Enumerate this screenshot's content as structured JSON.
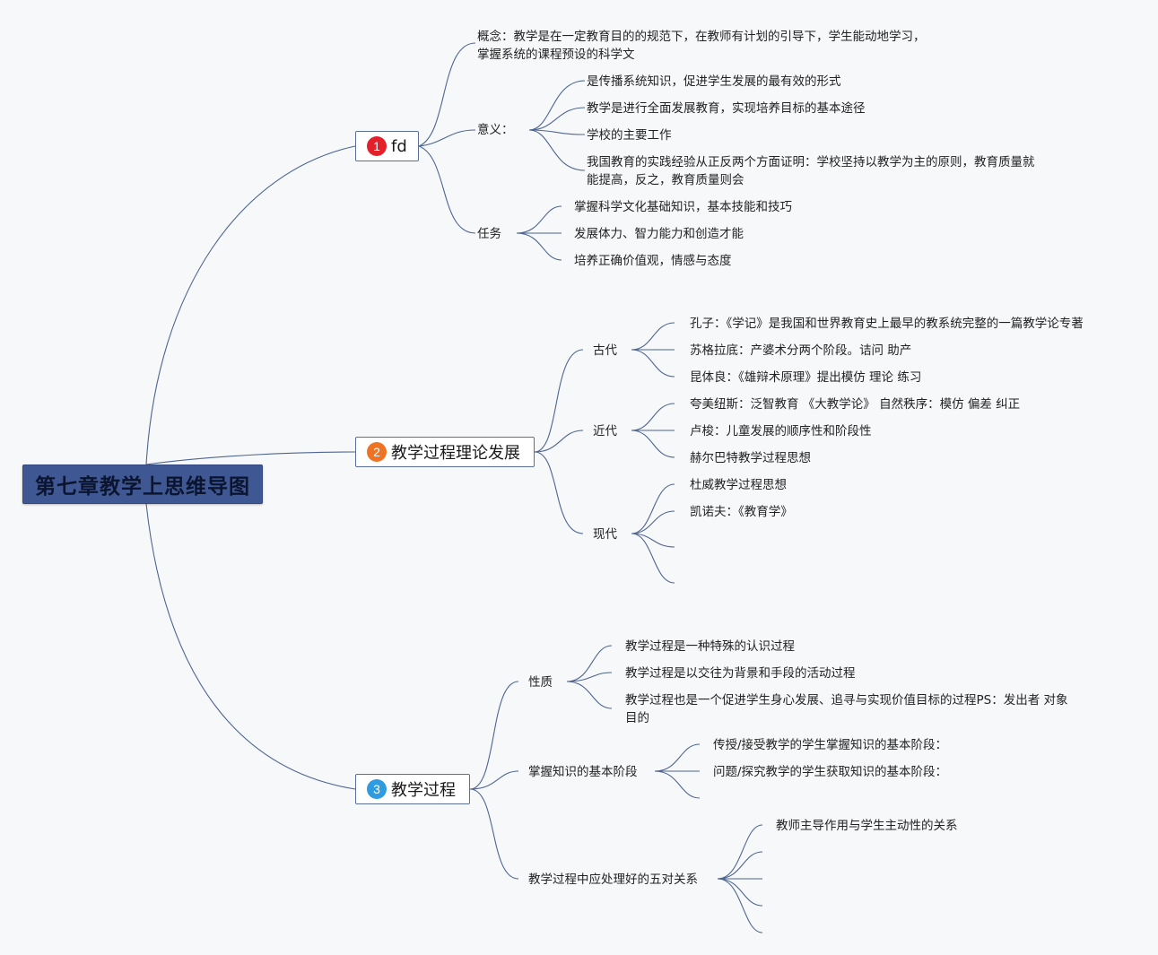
{
  "root": {
    "title": "第七章教学上思维导图"
  },
  "branch1": {
    "badge": "1",
    "title": "fd",
    "concept": "概念：教学是在一定教育目的的规范下，在教师有计划的引导下，学生能动地学习，掌握系统的课程预设的科学文",
    "significance": {
      "label": "意义：",
      "items": [
        "是传播系统知识，促进学生发展的最有效的形式",
        "教学是进行全面发展教育，实现培养目标的基本途径",
        "学校的主要工作",
        "我国教育的实践经验从正反两个方面证明：学校坚持以教学为主的原则，教育质量就能提高，反之，教育质量则会"
      ]
    },
    "tasks": {
      "label": "任务",
      "items": [
        "掌握科学文化基础知识，基本技能和技巧",
        "发展体力、智力能力和创造才能",
        "培养正确价值观，情感与态度"
      ]
    }
  },
  "branch2": {
    "badge": "2",
    "title": "教学过程理论发展",
    "ancient": {
      "label": "古代",
      "items": [
        "孔子：《学记》是我国和世界教育史上最早的教系统完整的一篇教学论专著",
        "苏格拉底：产婆术分两个阶段。诘问 助产",
        "昆体良：《雄辩术原理》提出模仿 理论 练习"
      ]
    },
    "modern_early": {
      "label": "近代",
      "items": [
        "夸美纽斯：泛智教育 《大教学论》 自然秩序：模仿 偏差 纠正",
        "卢梭：儿童发展的顺序性和阶段性",
        "赫尔巴特教学过程思想"
      ]
    },
    "contemporary": {
      "label": "现代",
      "items": [
        "杜威教学过程思想",
        "凯诺夫：《教育学》"
      ]
    }
  },
  "branch3": {
    "badge": "3",
    "title": "教学过程",
    "nature": {
      "label": "性质",
      "items": [
        "教学过程是一种特殊的认识过程",
        "教学过程是以交往为背景和手段的活动过程",
        "教学过程也是一个促进学生身心发展、追寻与实现价值目标的过程PS：发出者 对象 目的"
      ]
    },
    "stages": {
      "label": "掌握知识的基本阶段",
      "items": [
        "传授/接受教学的学生掌握知识的基本阶段：",
        "问题/探究教学的学生获取知识的基本阶段："
      ]
    },
    "relations": {
      "label": "教学过程中应处理好的五对关系",
      "items": [
        "教师主导作用与学生主动性的关系"
      ]
    }
  },
  "colors": {
    "root_fill": "#3f5894",
    "line": "#4e6590",
    "badge_red": "#e3202a",
    "badge_orange": "#ef7325",
    "badge_blue": "#2f9be0"
  }
}
